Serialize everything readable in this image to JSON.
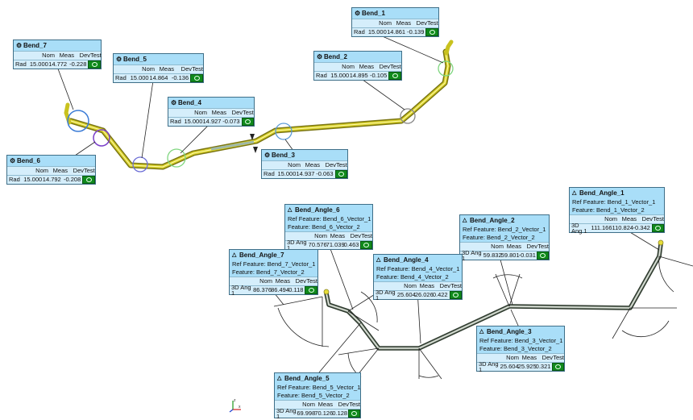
{
  "bends": [
    {
      "id": "bend-7",
      "title": "Bend_7",
      "header": [
        "Nom",
        "Meas",
        "Dev",
        "Test"
      ],
      "row_label": "Rad",
      "nom": "15.000",
      "meas": "14.772",
      "dev": "-0.228"
    },
    {
      "id": "bend-5",
      "title": "Bend_5",
      "header": [
        "Nom",
        "Meas",
        "Dev",
        "Test"
      ],
      "row_label": "Rad",
      "nom": "15.000",
      "meas": "14.864",
      "dev": "-0.136"
    },
    {
      "id": "bend-4",
      "title": "Bend_4",
      "header": [
        "Nom",
        "Meas",
        "Dev",
        "Test"
      ],
      "row_label": "Rad",
      "nom": "15.000",
      "meas": "14.927",
      "dev": "-0.073"
    },
    {
      "id": "bend-6",
      "title": "Bend_6",
      "header": [
        "Nom",
        "Meas",
        "Dev",
        "Test"
      ],
      "row_label": "Rad",
      "nom": "15.000",
      "meas": "14.792",
      "dev": "-0.208"
    },
    {
      "id": "bend-3",
      "title": "Bend_3",
      "header": [
        "Nom",
        "Meas",
        "Dev",
        "Test"
      ],
      "row_label": "Rad",
      "nom": "15.000",
      "meas": "14.937",
      "dev": "-0.063"
    },
    {
      "id": "bend-2",
      "title": "Bend_2",
      "header": [
        "Nom",
        "Meas",
        "Dev",
        "Test"
      ],
      "row_label": "Rad",
      "nom": "15.000",
      "meas": "14.895",
      "dev": "-0.105"
    },
    {
      "id": "bend-1",
      "title": "Bend_1",
      "header": [
        "Nom",
        "Meas",
        "Dev",
        "Test"
      ],
      "row_label": "Rad",
      "nom": "15.000",
      "meas": "14.861",
      "dev": "-0.139"
    }
  ],
  "bend_angles": [
    {
      "id": "bend-angle-1",
      "title": "Bend_Angle_1",
      "ref": "Ref Feature: Bend_1_Vector_1",
      "feat": "Feature: Bend_1_Vector_2",
      "header": [
        "Nom",
        "Meas",
        "Dev",
        "Test"
      ],
      "row_label": "3D Ang 1",
      "nom": "111.166",
      "meas": "110.824",
      "dev": "-0.342"
    },
    {
      "id": "bend-angle-6",
      "title": "Bend_Angle_6",
      "ref": "Ref Feature: Bend_6_Vector_1",
      "feat": "Feature: Bend_6_Vector_2",
      "header": [
        "Nom",
        "Meas",
        "Dev",
        "Test"
      ],
      "row_label": "3D Ang 1",
      "nom": "70.576",
      "meas": "71.039",
      "dev": "0.463"
    },
    {
      "id": "bend-angle-2",
      "title": "Bend_Angle_2",
      "ref": "Ref Feature: Bend_2_Vector_1",
      "feat": "Feature: Bend_2_Vector_2",
      "header": [
        "Nom",
        "Meas",
        "Dev",
        "Test"
      ],
      "row_label": "3D Ang 1",
      "nom": "59.832",
      "meas": "59.801",
      "dev": "-0.031"
    },
    {
      "id": "bend-angle-7",
      "title": "Bend_Angle_7",
      "ref": "Ref Feature: Bend_7_Vector_1",
      "feat": "Feature: Bend_7_Vector_2",
      "header": [
        "Nom",
        "Meas",
        "Dev",
        "Test"
      ],
      "row_label": "3D Ang 1",
      "nom": "86.376",
      "meas": "86.494",
      "dev": "0.118"
    },
    {
      "id": "bend-angle-4",
      "title": "Bend_Angle_4",
      "ref": "Ref Feature: Bend_4_Vector_1",
      "feat": "Feature: Bend_4_Vector_2",
      "header": [
        "Nom",
        "Meas",
        "Dev",
        "Test"
      ],
      "row_label": "3D Ang 1",
      "nom": "25.604",
      "meas": "26.026",
      "dev": "0.422"
    },
    {
      "id": "bend-angle-3",
      "title": "Bend_Angle_3",
      "ref": "Ref Feature: Bend_3_Vector_1",
      "feat": "Feature: Bend_3_Vector_2",
      "header": [
        "Nom",
        "Meas",
        "Dev",
        "Test"
      ],
      "row_label": "3D Ang 1",
      "nom": "25.604",
      "meas": "25.925",
      "dev": "0.321"
    },
    {
      "id": "bend-angle-5",
      "title": "Bend_Angle_5",
      "ref": "Ref Feature: Bend_5_Vector_1",
      "feat": "Feature: Bend_5_Vector_2",
      "header": [
        "Nom",
        "Meas",
        "Dev",
        "Test"
      ],
      "row_label": "3D Ang 1",
      "nom": "69.998",
      "meas": "70.126",
      "dev": "0.128"
    }
  ],
  "test_result": "pass",
  "colors": {
    "callout_bg": "#a9def8",
    "callout_border": "#3f6f88",
    "pass_green": "#0f8a1c",
    "tube_upper": "#c9c21e",
    "tube_lower": "#5d6b5d"
  },
  "icons": {
    "bend": "gear-icon",
    "bend_angle": "triangle-icon"
  },
  "axis_labels": {
    "z": "z",
    "x": "x"
  }
}
